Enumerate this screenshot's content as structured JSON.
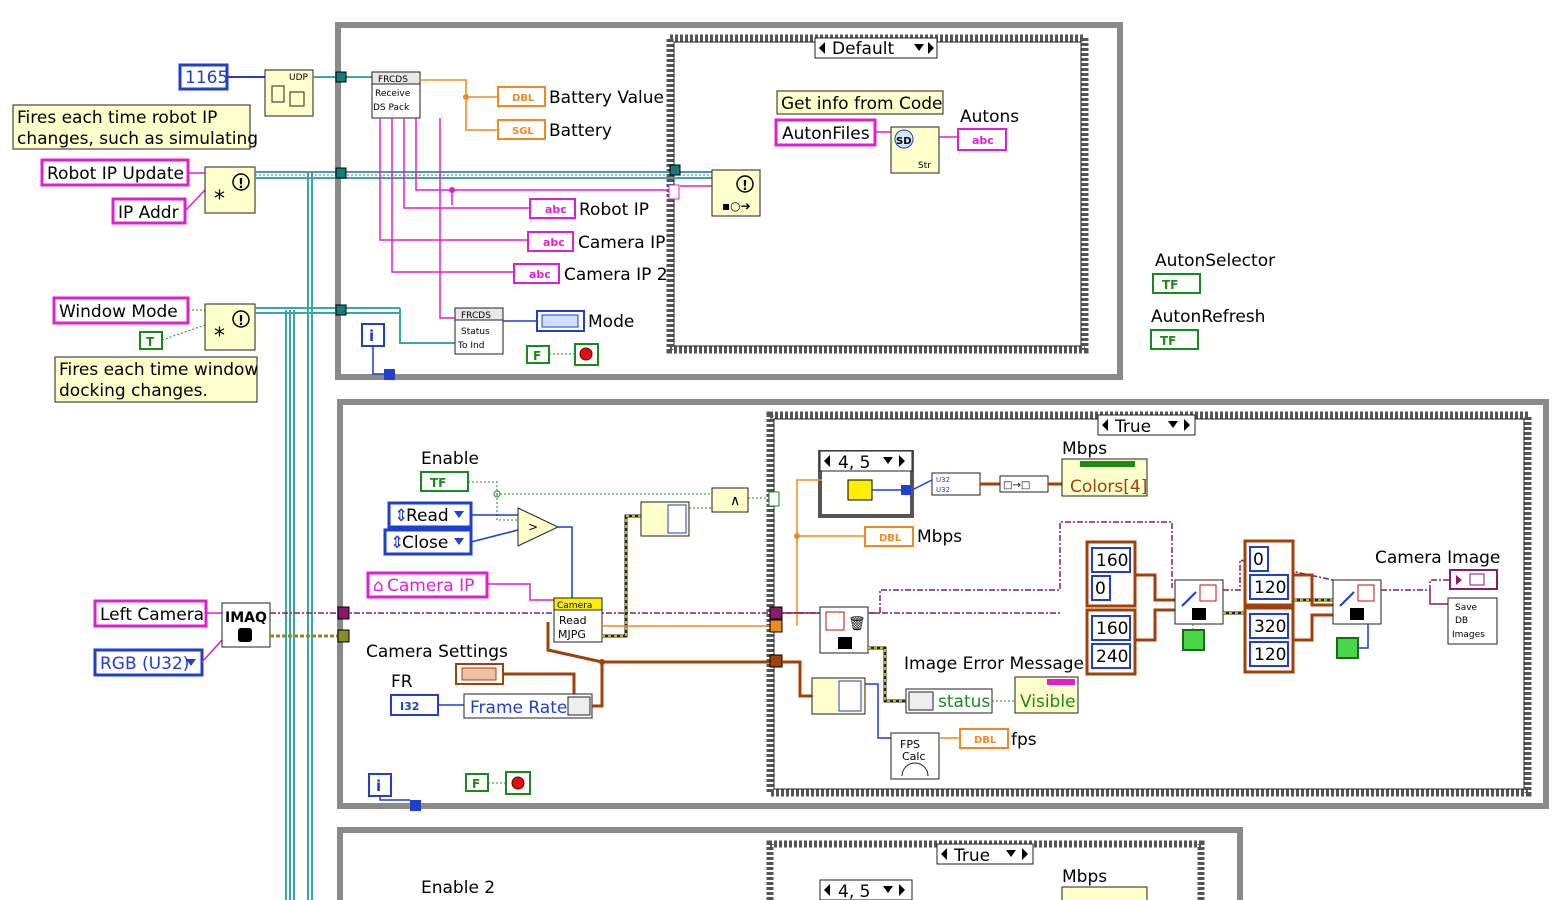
{
  "top": {
    "port_const": "1165",
    "udp_label": "UDP",
    "comment_ip": "Fires each time robot IP changes, such as simulating",
    "comment_ip_l1": "Fires each time robot IP",
    "comment_ip_l2": "changes, such as simulating",
    "robot_ip_update": "Robot IP Update",
    "ip_addr": "IP Addr",
    "window_mode": "Window Mode",
    "comment_dock_l1": "Fires each time window",
    "comment_dock_l2": "docking changes.",
    "frcds_recv_l1": "FRCDS",
    "frcds_recv_l2": "Receive",
    "frcds_recv_l3": "DS Pack",
    "frcds_stat_l1": "FRCDS",
    "frcds_stat_l2": "Status",
    "frcds_stat_l3": "To Ind",
    "dbl_tag": "DBL",
    "sgl_tag": "SGL",
    "abc_tag": "abc",
    "battery_value": "Battery Value",
    "battery": "Battery",
    "robot_ip": "Robot IP",
    "camera_ip": "Camera IP",
    "camera_ip2": "Camera IP 2",
    "mode": "Mode",
    "case_default": "Default",
    "get_info": "Get info from Code",
    "auton_files": "AutonFiles",
    "autons": "Autons",
    "str_label": "Str",
    "sd_label": "SD",
    "bool_t": "T",
    "bool_f": "F",
    "iter": "i"
  },
  "right": {
    "auton_selector": "AutonSelector",
    "auton_refresh": "AutonRefresh",
    "tf": "TF"
  },
  "mid": {
    "enable": "Enable",
    "read": "Read",
    "close": "Close",
    "camera_ip_ref": "Camera IP",
    "left_camera": "Left Camera",
    "imaq": "IMAQ",
    "rgb": "RGB (U32)",
    "camera_settings": "Camera Settings",
    "fr": "FR",
    "i32": "I32",
    "frame_rate": "Frame Rate",
    "cam_read_l1": "Camera",
    "cam_read_l2": "Read",
    "cam_read_l3": "MJPG",
    "case_true": "True",
    "idx": "4, 5",
    "mbps_top": "Mbps",
    "colors": "Colors[4]",
    "mbps_dbl": "Mbps",
    "n160a": "160",
    "n0a": "0",
    "n160b": "160",
    "n240": "240",
    "n0b": "0",
    "n120a": "120",
    "n320": "320",
    "n120b": "120",
    "camera_image": "Camera Image",
    "save_l1": "Save",
    "save_l2": "DB",
    "save_l3": "Images",
    "image_error": "Image Error Message",
    "status": "status",
    "visible": "Visible",
    "fps": "fps",
    "fps_l1": "FPS",
    "fps_l2": "Calc",
    "zero": "0"
  },
  "bottom": {
    "enable2": "Enable 2",
    "case_true": "True",
    "idx": "4, 5",
    "mbps": "Mbps"
  }
}
